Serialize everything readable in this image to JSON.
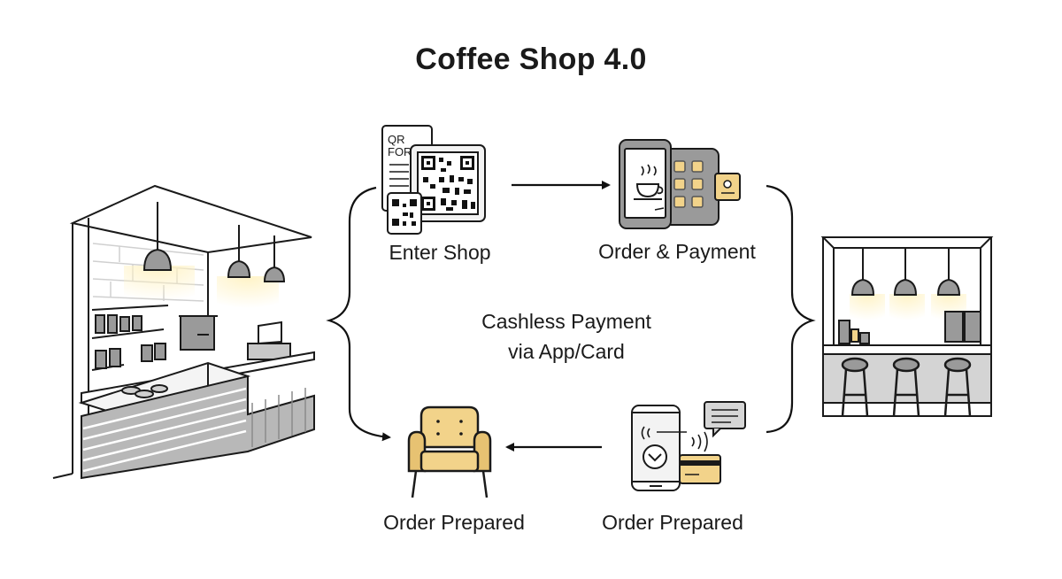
{
  "title": "Coffee Shop 4.0",
  "steps": [
    {
      "id": "enter",
      "label": "Enter Shop",
      "icon": "qr-code-menu-icon"
    },
    {
      "id": "order",
      "label": "Order & Payment",
      "icon": "smartphone-order-icon"
    },
    {
      "id": "notify",
      "label": "Order Prepared",
      "icon": "phone-notification-card-icon"
    },
    {
      "id": "seat",
      "label": "Order Prepared",
      "icon": "armchair-icon"
    }
  ],
  "center": {
    "line1": "Cashless Payment",
    "line2": "via App/Card"
  },
  "qr_label": "QR FOR",
  "colors": {
    "accent": "#f2d38a",
    "accent_dark": "#e7c272",
    "ink": "#1a1a1a",
    "gray": "#9a9a9a",
    "light_gray": "#d4d4d4"
  }
}
